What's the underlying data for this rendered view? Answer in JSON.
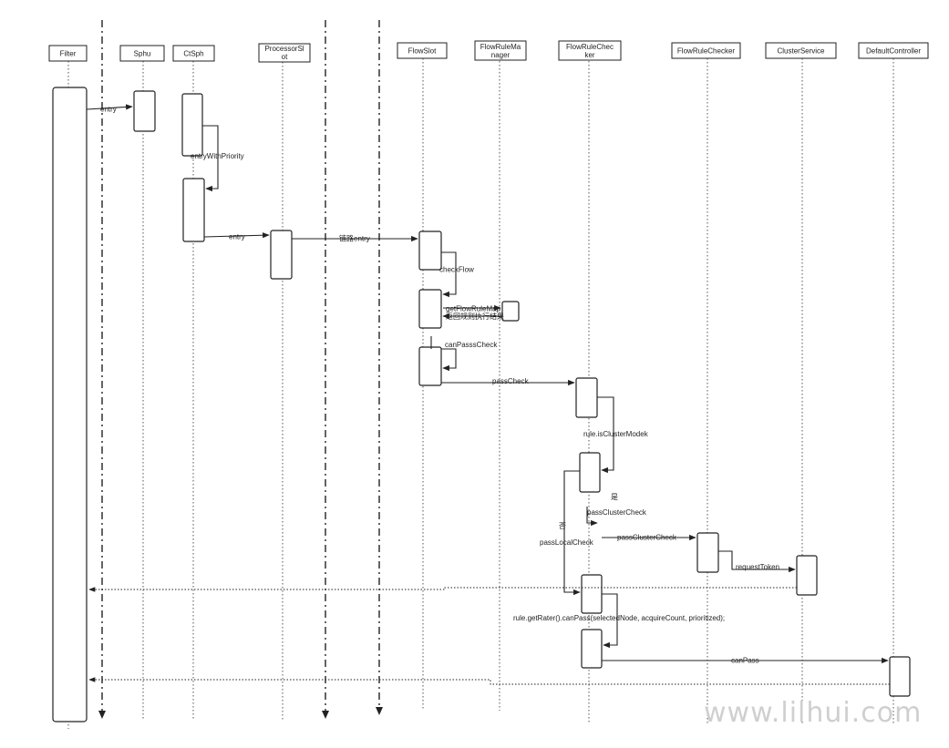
{
  "lifelines": {
    "filter": "Filter",
    "sphu": "Sphu",
    "ctsph": "CtSph",
    "processor_slot_1": "ProcessorSl",
    "processor_slot_2": "ot",
    "flowslot": "FlowSlot",
    "flowrulemanager_1": "FlowRuleMa",
    "flowrulemanager_2": "nager",
    "flowrulechecker_1": "FlowRuleChec",
    "flowrulechecker_2": "ker",
    "flowrulechecker_b": "FlowRuleChecker",
    "clusterservice": "ClusterService",
    "defaultcontroller": "DefaultController"
  },
  "messages": {
    "entry_1": "entry",
    "entry_with_priority": "entryWithPriority",
    "entry_2": "entry",
    "chain_entry": "链路entry",
    "check_flow": "checkFlow",
    "get_flow_rule_map": "getFlowRuleMap",
    "return_rule_result": "返回规则执行结果",
    "can_pass_check": "canPasssCheck",
    "pass_check": "passCheck",
    "rule_is_cluster_model": "rule.isClusterModek",
    "yes": "是",
    "no": "否",
    "pass_cluster_check_1": "passClusterCheck",
    "pass_cluster_check_2": "passClusterCheck",
    "pass_local_check": "passLocalCheck",
    "request_token": "requestToken",
    "rule_get_rater": "rule.getRater().canPass(selectedNode, acquireCount, prioritized);",
    "can_pass": "canPass"
  },
  "watermark": "www.lilhui.com"
}
